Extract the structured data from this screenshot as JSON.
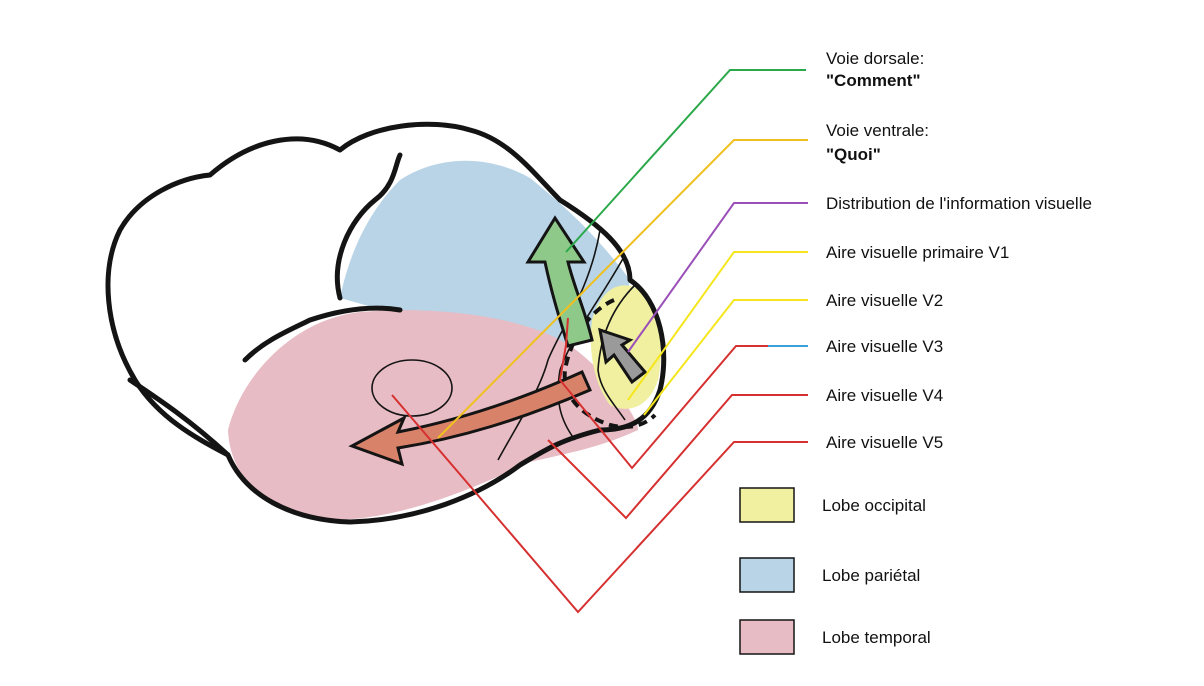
{
  "labels": {
    "dorsal_line1": "Voie dorsale:",
    "dorsal_line2": "\"Comment\"",
    "ventral_line1": "Voie ventrale:",
    "ventral_line2": "\"Quoi\"",
    "distribution": "Distribution de l'information visuelle",
    "v1": "Aire visuelle primaire V1",
    "v2": "Aire visuelle V2",
    "v3": "Aire visuelle V3",
    "v4": "Aire visuelle V4",
    "v5": "Aire visuelle V5"
  },
  "legend": [
    {
      "label": "Lobe occipital",
      "color": "#f0f0a0"
    },
    {
      "label": "Lobe pariétal",
      "color": "#b8d4e6"
    },
    {
      "label": "Lobe temporal",
      "color": "#e8bcc4"
    }
  ],
  "colors": {
    "dorsal": "#2ba84a",
    "ventral": "#f0c020",
    "distribution": "#9b4fb8",
    "v1": "#f5e61e",
    "v2": "#f5e61e",
    "v3_a": "#d63030",
    "v3_b": "#3aa0d8",
    "v4": "#d63030",
    "v5": "#d63030",
    "outline": "#141414",
    "dorsal_arrow": "#8fc98a",
    "ventral_arrow": "#d9826a",
    "center_arrow": "#9a9a9a"
  }
}
